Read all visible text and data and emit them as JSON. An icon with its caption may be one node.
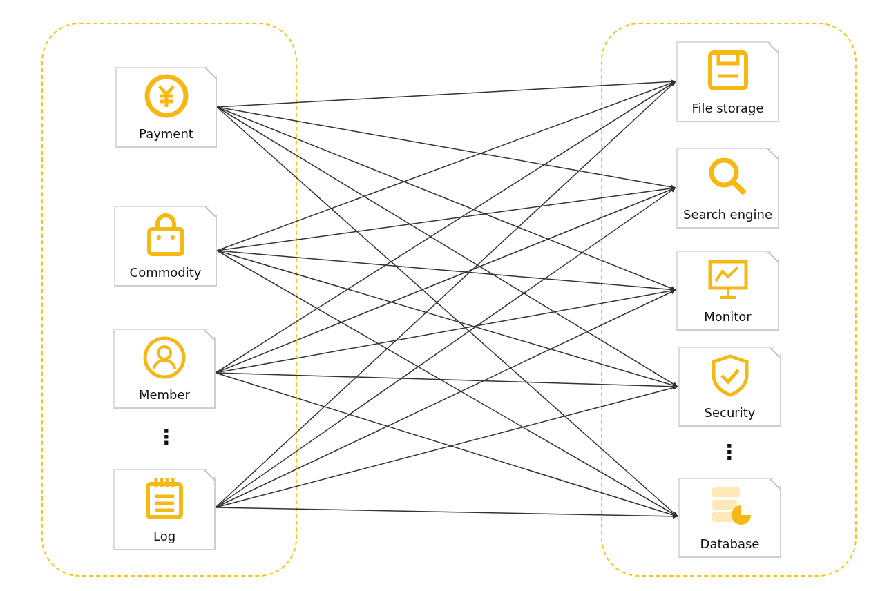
{
  "diagram": {
    "nodes": [
      {
        "text": [],
        "shape": "box"
      },
      {
        "text": [
          "Payment"
        ],
        "in": 0
      },
      {
        "text": [
          "Commodity"
        ],
        "in": 0
      },
      {
        "text": [
          "Member"
        ],
        "in": 0
      },
      {
        "text": [
          "Log"
        ],
        "in": 0
      },
      {
        "text": [],
        "shape": "box"
      },
      {
        "text": [
          "File storage"
        ],
        "in": 5
      },
      {
        "text": [
          "Search engine"
        ],
        "in": 5
      },
      {
        "text": [
          "Monitor"
        ],
        "in": 5
      },
      {
        "text": [
          "Security"
        ],
        "in": 5
      },
      {
        "text": [
          "Database"
        ],
        "in": 5
      }
    ],
    "edges": [
      {
        "from": 1,
        "to": 6,
        "arrow": "to"
      },
      {
        "from": 1,
        "to": 7,
        "arrow": "to"
      },
      {
        "from": 1,
        "to": 8,
        "arrow": "to"
      },
      {
        "from": 1,
        "to": 9,
        "arrow": "to"
      },
      {
        "from": 1,
        "to": 10,
        "arrow": "to"
      },
      {
        "from": 2,
        "to": 6,
        "arrow": "to"
      },
      {
        "from": 2,
        "to": 7,
        "arrow": "to"
      },
      {
        "from": 2,
        "to": 8,
        "arrow": "to"
      },
      {
        "from": 2,
        "to": 9,
        "arrow": "to"
      },
      {
        "from": 2,
        "to": 10,
        "arrow": "to"
      },
      {
        "from": 3,
        "to": 6,
        "arrow": "to"
      },
      {
        "from": 3,
        "to": 7,
        "arrow": "to"
      },
      {
        "from": 3,
        "to": 8,
        "arrow": "to"
      },
      {
        "from": 3,
        "to": 9,
        "arrow": "to"
      },
      {
        "from": 3,
        "to": 10,
        "arrow": "to"
      },
      {
        "from": 4,
        "to": 6,
        "arrow": "to"
      },
      {
        "from": 4,
        "to": 7,
        "arrow": "to"
      },
      {
        "from": 4,
        "to": 8,
        "arrow": "to"
      },
      {
        "from": 4,
        "to": 9,
        "arrow": "to"
      },
      {
        "from": 4,
        "to": 10,
        "arrow": "to"
      }
    ],
    "labels": [
      "⋮",
      "⋮"
    ]
  }
}
